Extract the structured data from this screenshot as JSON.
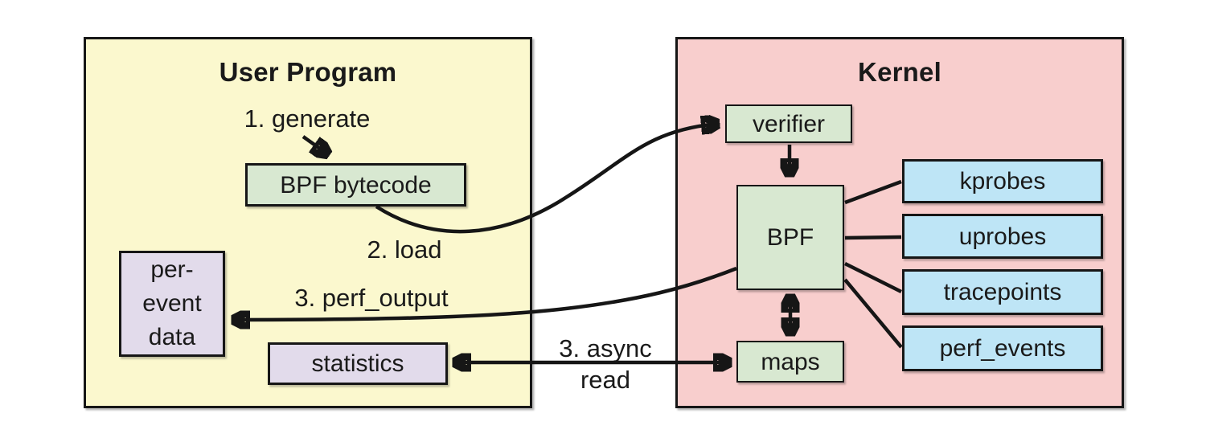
{
  "diagram": "eBPF tracing architecture",
  "colors": {
    "canvas_bg": "#FFFFFF",
    "user_program_bg": "#FBF8CE",
    "kernel_bg": "#F8CECD",
    "process_box_bg": "#D8E8D1",
    "event_source_box_bg": "#BEE5F6",
    "output_box_bg": "#E2DBEB",
    "border_and_arrows": "#161616"
  },
  "user_program": {
    "title": "User Program",
    "bpf_bytecode_label": "BPF bytecode",
    "per_event_data_lines": [
      "per-",
      "event",
      "data"
    ],
    "statistics_label": "statistics"
  },
  "kernel": {
    "title": "Kernel",
    "verifier_label": "verifier",
    "bpf_label": "BPF",
    "maps_label": "maps",
    "event_sources": [
      "kprobes",
      "uprobes",
      "tracepoints",
      "perf_events"
    ]
  },
  "annotations": {
    "step1": "1. generate",
    "step2": "2. load",
    "step3_perf_output": "3. perf_output",
    "step3_async_line1": "3. async",
    "step3_async_line2": "read"
  },
  "edges": [
    {
      "from": "1. generate",
      "to": "BPF bytecode",
      "style": "arrow"
    },
    {
      "from": "BPF bytecode",
      "to": "verifier",
      "label": "2. load",
      "style": "curved-arrow"
    },
    {
      "from": "verifier",
      "to": "BPF",
      "style": "arrow"
    },
    {
      "from": "BPF",
      "to": "kprobes",
      "style": "line"
    },
    {
      "from": "BPF",
      "to": "uprobes",
      "style": "line"
    },
    {
      "from": "BPF",
      "to": "tracepoints",
      "style": "line"
    },
    {
      "from": "BPF",
      "to": "perf_events",
      "style": "line"
    },
    {
      "from": "BPF",
      "to": "maps",
      "style": "double-arrow"
    },
    {
      "from": "BPF",
      "to": "per-event data",
      "label": "3. perf_output",
      "style": "curved-arrow"
    },
    {
      "from": "maps",
      "to": "statistics",
      "label": "3. async read",
      "style": "double-arrow"
    }
  ]
}
